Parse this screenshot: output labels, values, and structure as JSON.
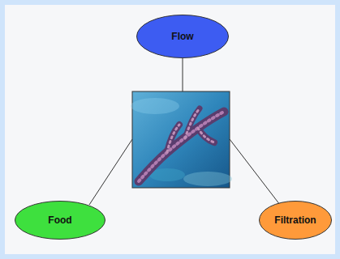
{
  "diagram": {
    "nodes": [
      {
        "text": [
          "Flow"
        ]
      },
      {
        "text": [
          "Food"
        ]
      },
      {
        "text": [
          "Filtration"
        ]
      }
    ]
  }
}
